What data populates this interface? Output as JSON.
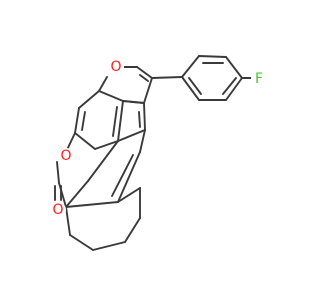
{
  "structure": {
    "atoms": [
      {
        "id": "O_furan",
        "label": "O",
        "color": "#ff1f1f"
      },
      {
        "id": "O_lactone",
        "label": "O",
        "color": "#ff1f1f"
      },
      {
        "id": "O_carbonyl",
        "label": "O",
        "color": "#ff1f1f"
      },
      {
        "id": "F",
        "label": "F",
        "color": "#55c234"
      }
    ],
    "bond_color": "#3a3a3a"
  }
}
